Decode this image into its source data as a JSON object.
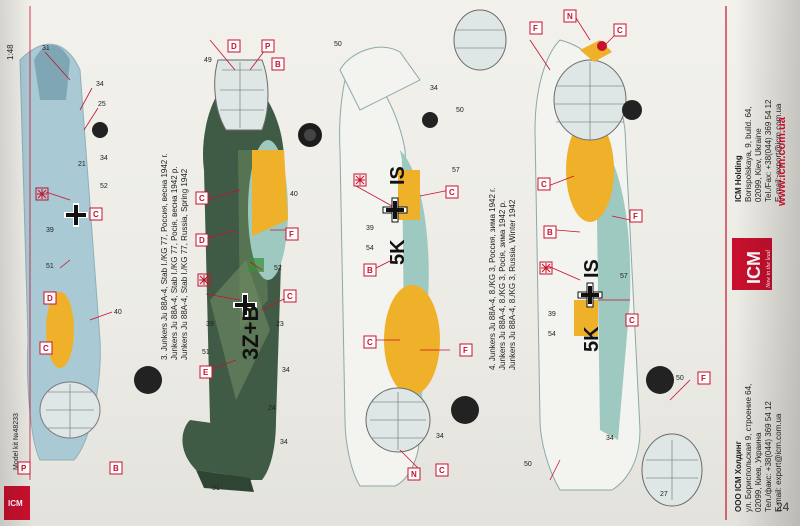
{
  "header": {
    "scale": "1:48",
    "model_kit": "Model kit №48233",
    "page_number": "24"
  },
  "colors": {
    "red": "#c8102e",
    "light_blue": "#a9c9d4",
    "sky_green": "#9ec9c0",
    "dark_green": "#3f5b45",
    "mid_green": "#5d7a55",
    "yellow": "#f0b12a",
    "white_winter": "#f3f3ef"
  },
  "profiles": {
    "p3": {
      "ru": "3. Junkers Ju 88A-4, Stab I./KG 77, Россия, весна 1942 г.",
      "ua": "Junkers Ju 88A-4, Stab I./KG 77, Росія, весна 1942 р.",
      "en": "Junkers Ju 88A-4, Stab I./KG 77, Russia, Spring 1942"
    },
    "p4": {
      "ru": "4. Junkers Ju 88A-4, 8./KG 3, Россия, зима 1942 г.",
      "ua": "Junkers Ju 88A-4, 8./KG 3, Росія, зима 1942 р.",
      "en": "Junkers Ju 88A-4, 8./KG 3, Russia, Winter 1942"
    }
  },
  "callouts": {
    "n21": "21",
    "n23": "23",
    "n24": "24",
    "n25": "25",
    "n27": "27",
    "n31": "31",
    "n34": "34",
    "n39": "39",
    "n40": "40",
    "n49": "49",
    "n50": "50",
    "n51": "51",
    "n52": "52",
    "n54": "54",
    "n57": "57"
  },
  "badges": {
    "B": "B",
    "C": "C",
    "D": "D",
    "E": "E",
    "F": "F",
    "N": "N",
    "P": "P"
  },
  "markings": {
    "p3_code": "3Z+B",
    "p4_code_left": "5K",
    "p4_code_right": "IS"
  },
  "address_ru": {
    "company": "ООО ICM Холдинг",
    "street": "ул. Бориспольская 9, строение 64,",
    "city": "02099, Киев, Украина",
    "phone": "Тел./факс: +38(044) 369 54 12",
    "email": "E-mail: export@icm.com.ua"
  },
  "address_en": {
    "company": "ICM Holding",
    "street": "Borispolskaya, 9, build. 64,",
    "city": "02099, Kiev, Ukraine",
    "phone": "Tel./Fax: +38(044) 369 54 12",
    "email": "E-mail: export@icm.com.ua",
    "url": "www.icm.com.ua"
  },
  "logo": {
    "brand": "ICM",
    "tagline": "Now in the lead"
  }
}
